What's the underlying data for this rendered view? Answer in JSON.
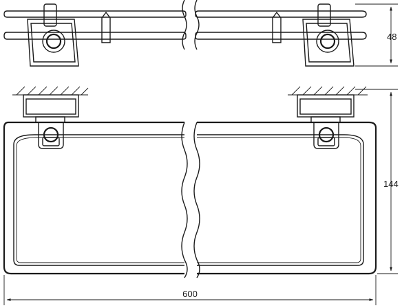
{
  "dimensions": {
    "width_label": "600",
    "depth_label": "48",
    "height_label": "144"
  }
}
